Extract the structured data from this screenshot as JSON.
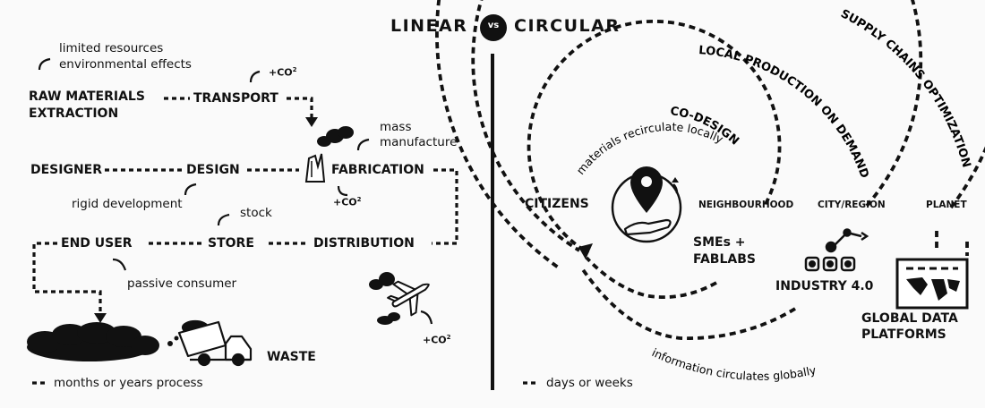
{
  "title": {
    "left": "LINEAR",
    "vs": "vs",
    "right": "CIRCULAR"
  },
  "linear": {
    "raw_materials": "RAW MATERIALS",
    "extraction": "EXTRACTION",
    "transport": "TRANSPORT",
    "note_resources": "limited resources",
    "note_effects": "environmental effects",
    "co2_transport": "+CO",
    "mass_line1": "mass",
    "mass_line2": "manufacture",
    "designer": "DESIGNER",
    "design": "DESIGN",
    "fabrication": "FABRICATION",
    "rigid_development": "rigid development",
    "co2_fabrication": "+CO",
    "stock": "stock",
    "end_user": "END USER",
    "store": "STORE",
    "distribution": "DISTRIBUTION",
    "passive_consumer": "passive consumer",
    "co2_plane": "+CO",
    "waste": "WASTE",
    "legend": "months or years process",
    "co2_superscript": "2"
  },
  "circular": {
    "citizens": "CITIZENS",
    "neighbourhood": "NEIGHBOURHOOD",
    "city_region": "CITY/REGION",
    "planet": "PLANET",
    "smes_line1": "SMEs +",
    "smes_line2": "FABLABS",
    "industry": "INDUSTRY 4.0",
    "global_line1": "GLOBAL DATA",
    "global_line2": "PLATFORMS",
    "arc_codesign": "CO-DESIGN",
    "arc_local": "LOCAL PRODUCTION ON DEMAND",
    "arc_supply": "SUPPLY CHAINS OPTIMIZATION",
    "arc_materials": "materials recirculate locally",
    "arc_information": "information circulates globally",
    "legend": "days or weeks"
  }
}
